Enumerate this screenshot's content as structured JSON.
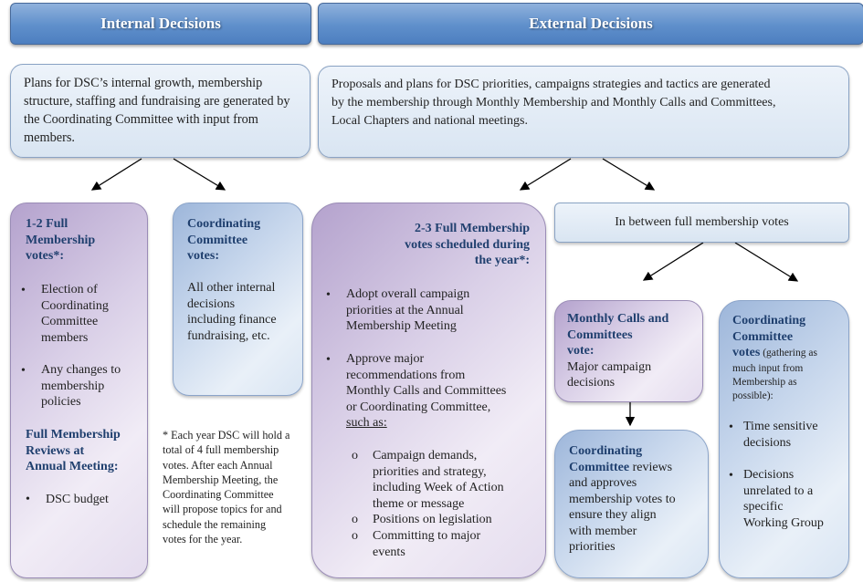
{
  "internal": {
    "title": "Internal Decisions",
    "intro": "Plans for DSC’s internal growth, membership structure, staffing and fundraising are generated by the Coordinating Committee with input from members.",
    "full_votes": {
      "title_lines": [
        "1-2 Full",
        "Membership",
        "votes*:"
      ],
      "bullet1_lines": [
        "Election of",
        "Coordinating",
        "Committee",
        "members"
      ],
      "bullet2_lines": [
        "Any changes to",
        "membership",
        "policies"
      ],
      "reviews_lines": [
        "Full Membership",
        "Reviews at",
        "Annual Meeting:"
      ],
      "bullet3": "DSC budget"
    },
    "cc_votes": {
      "title_lines": [
        "Coordinating",
        "Committee",
        "votes:"
      ],
      "body_lines": [
        "All other internal",
        "decisions",
        "including finance",
        "fundraising, etc."
      ]
    },
    "footnote_lines": [
      "* Each year DSC will hold a",
      "total of 4 full membership",
      "votes.  After each Annual",
      "Membership Meeting, the",
      "Coordinating Committee",
      "will propose topics for and",
      "schedule the remaining",
      "votes for the year."
    ]
  },
  "external": {
    "title": "External Decisions",
    "intro_lines": [
      "Proposals and plans for DSC priorities, campaigns strategies and tactics are generated",
      "by the membership through Monthly Membership and Monthly Calls and Committees,",
      "Local Chapters and national meetings."
    ],
    "full_votes": {
      "title_lines": [
        "2-3 Full Membership",
        "votes scheduled during",
        "the year*:"
      ],
      "bullet1_lines": [
        "Adopt overall campaign",
        "priorities at the Annual",
        "Membership Meeting"
      ],
      "bullet2_lines": [
        "Approve major",
        "recommendations from",
        "Monthly Calls and Committees",
        "or Coordinating Committee,"
      ],
      "such_as": "such as:",
      "sub1_lines": [
        "Campaign demands,",
        "priorities and strategy,",
        "including Week of Action",
        "theme or message"
      ],
      "sub2": "Positions on legislation",
      "sub3_lines": [
        "Committing to major",
        "events"
      ]
    },
    "between": "In between full membership votes",
    "monthly": {
      "title_lines": [
        "Monthly Calls and",
        "Committees",
        "vote:"
      ],
      "body_lines": [
        "Major campaign",
        "decisions"
      ]
    },
    "cc_review": {
      "bold_lines": [
        "Coordinating",
        "Committee"
      ],
      "rest_first": " reviews",
      "body_lines": [
        "and approves",
        "membership votes to",
        "ensure they align",
        "with member",
        "priorities"
      ]
    },
    "cc_votes": {
      "title_lines": [
        "Coordinating",
        "Committee",
        "votes"
      ],
      "paren_first": " (gathering as",
      "paren_lines": [
        "much input from",
        "Membership as",
        "possible):"
      ],
      "bullet1_lines": [
        "Time sensitive",
        "decisions"
      ],
      "bullet2_lines": [
        "Decisions",
        "unrelated to a",
        "specific",
        "Working Group"
      ]
    }
  }
}
